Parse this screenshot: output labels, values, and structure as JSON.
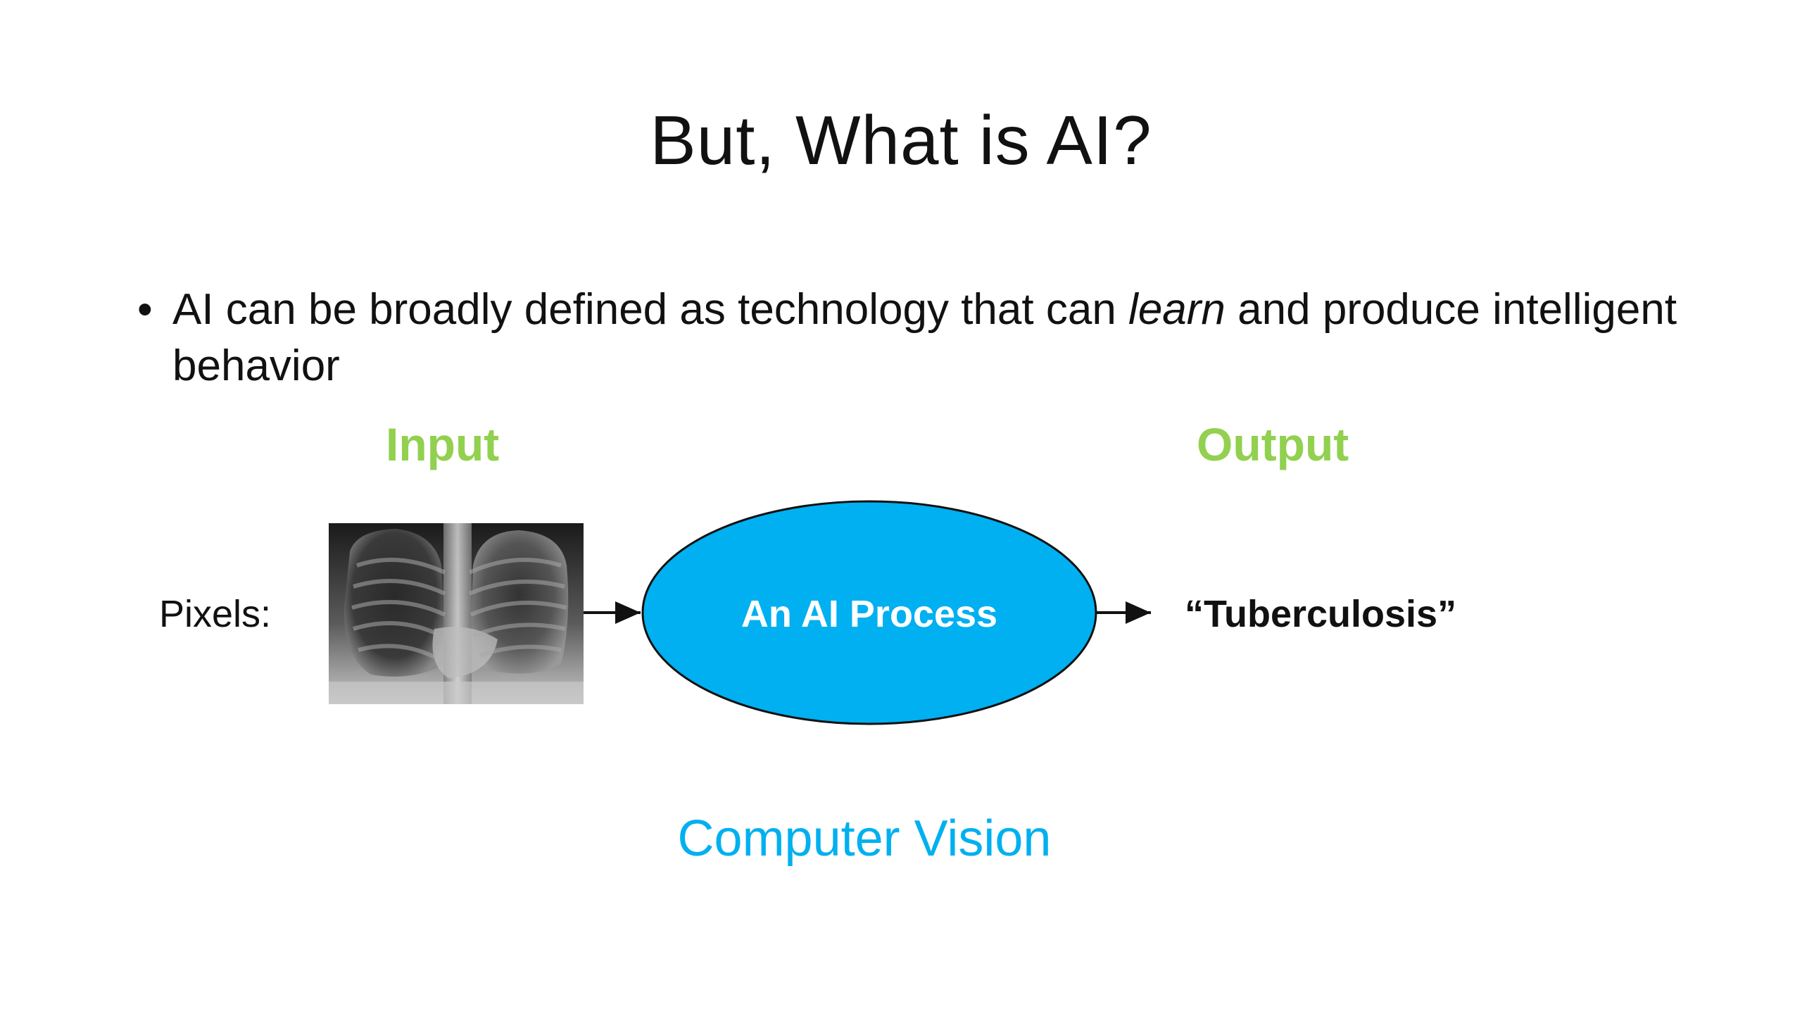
{
  "slide": {
    "title": "But, What is AI?",
    "bullet": {
      "marker": "•",
      "text_before": "AI can be broadly defined as technology that can ",
      "text_emphasis": "learn",
      "text_after": " and produce intelligent behavior"
    },
    "input_label": "Input",
    "output_label": "Output",
    "pixels_label": "Pixels:",
    "process_label": "An AI Process",
    "result_label": "“Tuberculosis”",
    "caption": "Computer Vision"
  },
  "colors": {
    "accent_green": "#92d050",
    "process_fill": "#00b0f0",
    "caption_blue": "#00b0f0",
    "text": "#111111"
  },
  "icons": {
    "input_image": "chest-xray-image",
    "connector": "arrow-right-icon"
  }
}
